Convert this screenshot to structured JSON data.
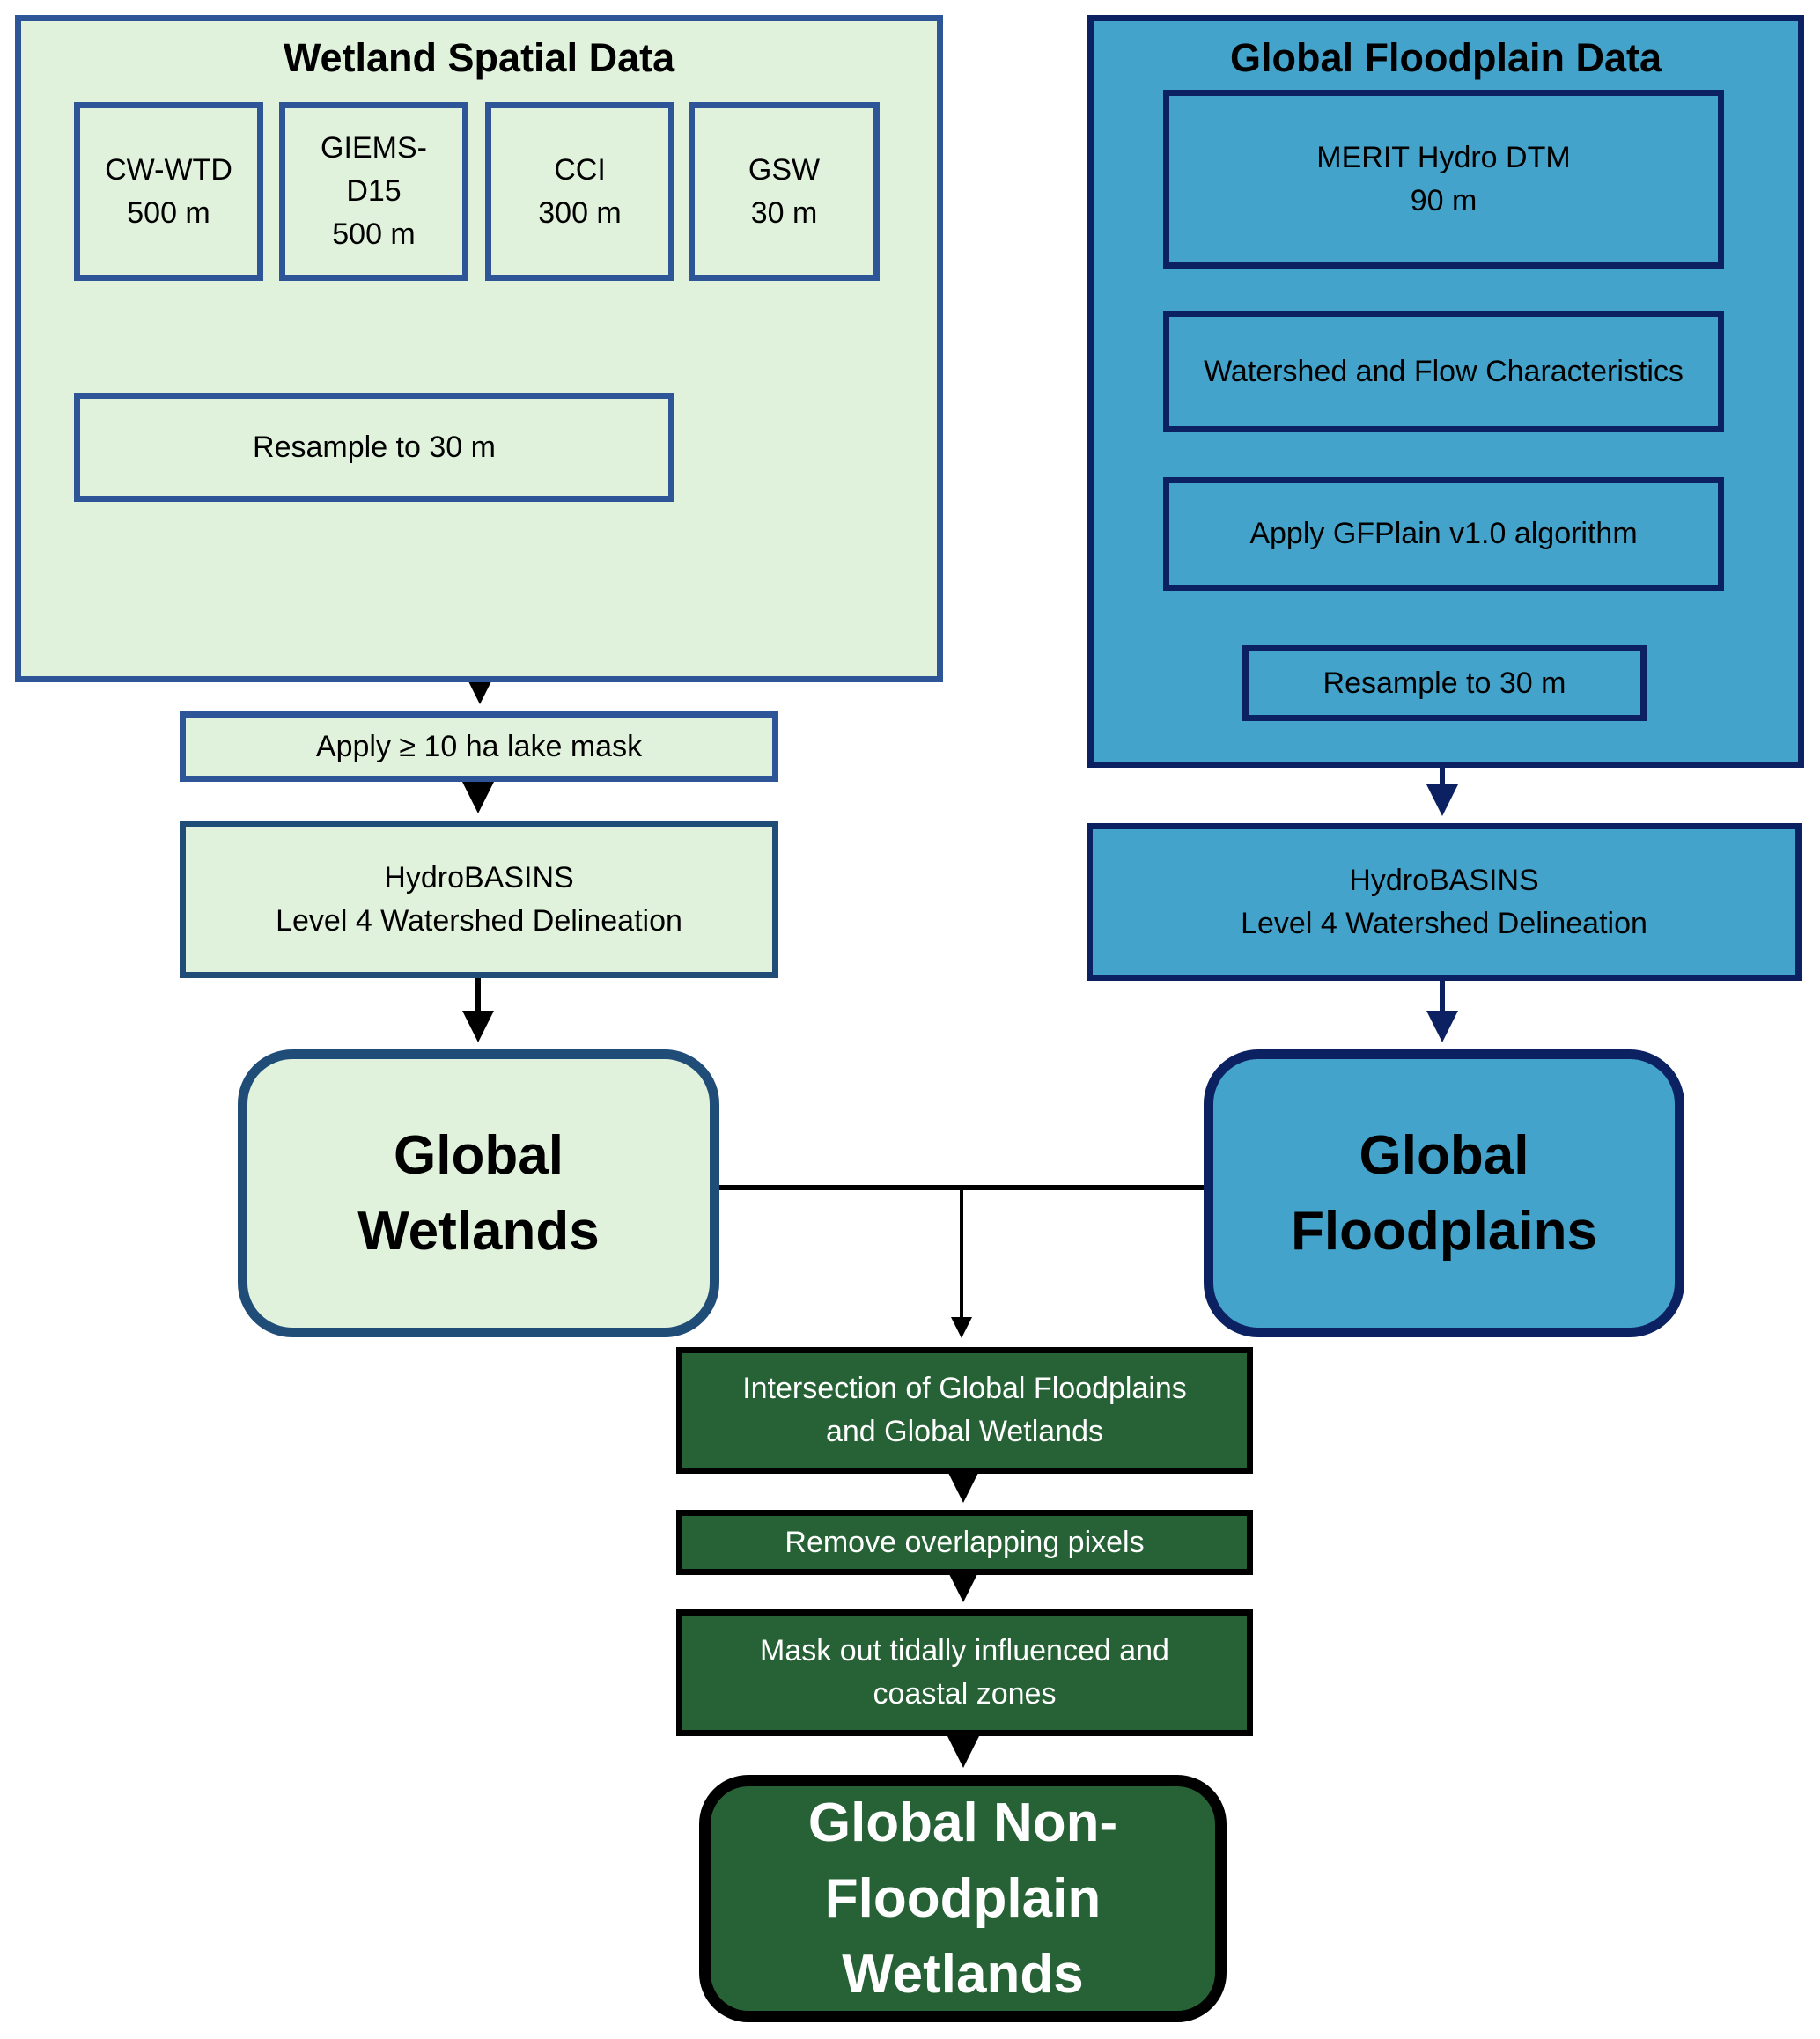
{
  "colors": {
    "wetland_fill": "#e0f2dc",
    "wetland_border": "#2e5597",
    "floodplain_fill": "#43a3cb",
    "floodplain_border": "#0b2161",
    "result_fill": "#276236",
    "result_border": "#000000"
  },
  "wetland_panel": {
    "title": "Wetland Spatial Data",
    "sources": [
      {
        "lines": [
          "CW-WTD",
          "500 m"
        ]
      },
      {
        "lines": [
          "GIEMS-",
          "D15",
          "500 m"
        ]
      },
      {
        "lines": [
          "CCI",
          "300 m"
        ]
      },
      {
        "lines": [
          "GSW",
          "30 m"
        ]
      }
    ],
    "resample": "Resample to 30 m"
  },
  "wetland_flow": {
    "lake_mask": "Apply ≥ 10 ha lake mask",
    "hydrobasins": [
      "HydroBASINS",
      "Level 4 Watershed Delineation"
    ],
    "output": [
      "Global",
      "Wetlands"
    ]
  },
  "floodplain_panel": {
    "title": "Global Floodplain Data",
    "merit": [
      "MERIT Hydro DTM",
      "90 m"
    ],
    "watershed": "Watershed and Flow Characteristics",
    "gfplain": "Apply GFPlain v1.0 algorithm",
    "resample": "Resample to 30 m"
  },
  "floodplain_flow": {
    "hydrobasins": [
      "HydroBASINS",
      "Level 4 Watershed Delineation"
    ],
    "output": [
      "Global",
      "Floodplains"
    ]
  },
  "combined_flow": {
    "intersection": [
      "Intersection of Global Floodplains",
      "and Global Wetlands"
    ],
    "remove": "Remove overlapping pixels",
    "mask": [
      "Mask out tidally influenced and",
      "coastal zones"
    ],
    "final": [
      "Global Non-",
      "Floodplain",
      "Wetlands"
    ]
  }
}
